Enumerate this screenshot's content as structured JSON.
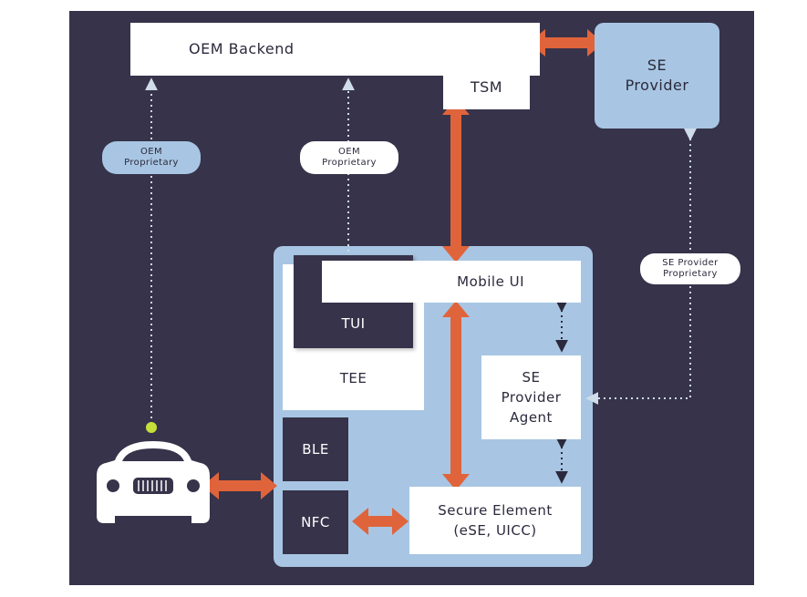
{
  "nodes": {
    "oem_backend": "OEM Backend",
    "tsm": "TSM",
    "se_provider": "SE\nProvider",
    "mobile_ui": "Mobile UI",
    "tui": "TUI",
    "tee": "TEE",
    "ble": "BLE",
    "nfc": "NFC",
    "se_provider_agent": "SE\nProvider\nAgent",
    "secure_element": "Secure Element\n(eSE, UICC)"
  },
  "labels": {
    "oem_proprietary_left": "OEM\nProprietary",
    "oem_proprietary_mid": "OEM\nProprietary",
    "se_provider_proprietary": "SE Provider\nProprietary"
  },
  "colors": {
    "background": "#37334a",
    "device_panel": "#a8c6e3",
    "arrow": "#e0643b",
    "dot": "#c6e03a"
  },
  "icons": {
    "car": "car-icon"
  }
}
